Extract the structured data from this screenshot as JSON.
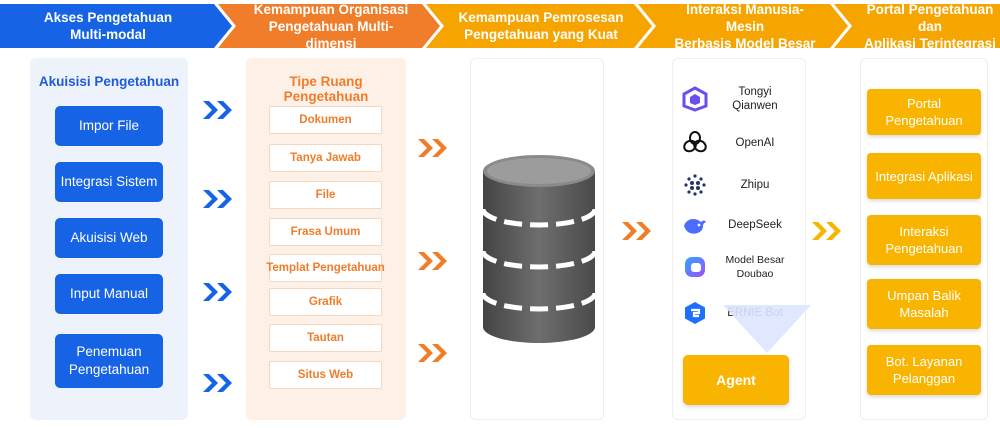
{
  "colors": {
    "blue": "#1663e6",
    "orange": "#f07d2a",
    "yellow": "#f9b400",
    "header_gold": "#f6a400",
    "db_gray": "#555555"
  },
  "header": [
    {
      "line1": "Akses Pengetahuan",
      "line2": "Multi-modal"
    },
    {
      "line1": "Kemampuan Organisasi",
      "line2": "Pengetahuan Multi-dimensi"
    },
    {
      "line1": "Kemampuan Pemrosesan",
      "line2": "Pengetahuan yang Kuat"
    },
    {
      "line1": "Interaksi Manusia-Mesin",
      "line2": "Berbasis Model Besar"
    },
    {
      "line1": "Portal Pengetahuan dan",
      "line2": "Aplikasi Terintegrasi"
    }
  ],
  "acquisition": {
    "title": "Akuisisi Pengetahuan",
    "items": [
      {
        "line1": "Impor File",
        "line2": ""
      },
      {
        "line1": "Integrasi Sistem",
        "line2": ""
      },
      {
        "line1": "Akuisisi Web",
        "line2": ""
      },
      {
        "line1": "Input Manual",
        "line2": ""
      },
      {
        "line1": "Penemuan",
        "line2": "Pengetahuan"
      }
    ]
  },
  "space_types": {
    "title": "Tipe Ruang Pengetahuan",
    "items": [
      "Dokumen",
      "Tanya Jawab",
      "File",
      "Frasa Umum",
      "Templat Pengetahuan",
      "Grafik",
      "Tautan",
      "Situs Web"
    ]
  },
  "processing": {
    "icon": "database-icon"
  },
  "models": {
    "items": [
      {
        "line1": "Tongyi",
        "line2": "Qianwen",
        "icon": "tongyi-icon"
      },
      {
        "line1": "OpenAI",
        "line2": "",
        "icon": "openai-icon"
      },
      {
        "line1": "Zhipu",
        "line2": "",
        "icon": "zhipu-icon"
      },
      {
        "line1": "DeepSeek",
        "line2": "",
        "icon": "deepseek-icon"
      },
      {
        "line1": "Model Besar",
        "line2": "Doubao",
        "icon": "doubao-icon"
      },
      {
        "line1": "ERNIE Bot",
        "line2": "",
        "icon": "ernie-icon"
      }
    ],
    "agent_label": "Agent"
  },
  "portal": {
    "items": [
      {
        "line1": "Portal Pengetahuan",
        "line2": ""
      },
      {
        "line1": "Integrasi Aplikasi",
        "line2": ""
      },
      {
        "line1": "Interaksi",
        "line2": "Pengetahuan"
      },
      {
        "line1": "Umpan Balik",
        "line2": "Masalah"
      },
      {
        "line1": "Bot. Layanan",
        "line2": "Pelanggan"
      }
    ]
  }
}
